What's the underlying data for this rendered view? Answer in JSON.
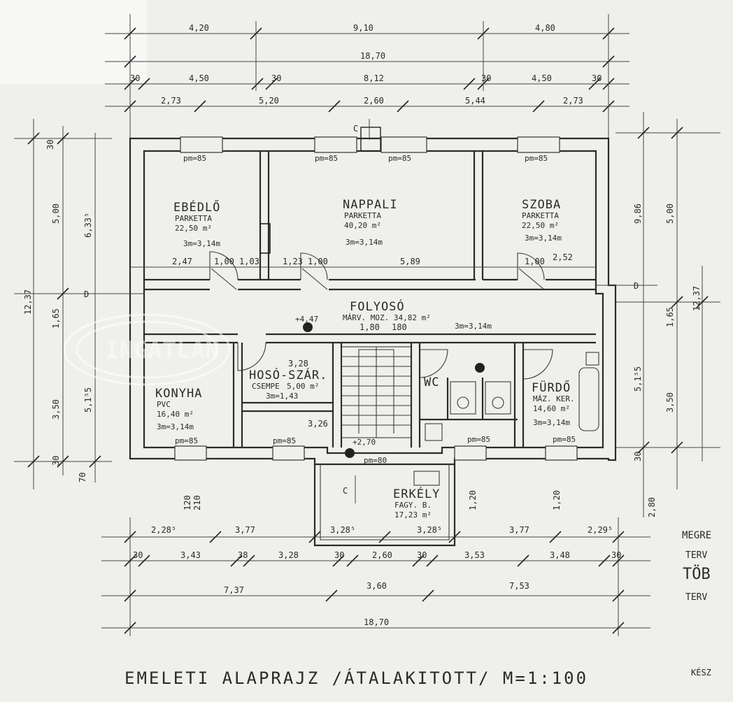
{
  "title": "EMELETI ALAPRAJZ /ÁTALAKITOTT/ M=1:100",
  "corner": {
    "megre": "MEGRE",
    "terv1": "TERV",
    "tob": "TÖB",
    "terv2": "TERV",
    "kesz": "KÉSZ"
  },
  "rooms": {
    "ebedlo": {
      "name": "EBÉDLŐ",
      "floor": "PARKETTA",
      "area": "22,50 m²",
      "height": "3m=3,14m"
    },
    "nappali": {
      "name": "NAPPALI",
      "floor": "PARKETTA",
      "area": "40,20 m²",
      "height": "3m=3,14m"
    },
    "szoba": {
      "name": "SZOBA",
      "floor": "PARKETTA",
      "area": "22,50 m²",
      "height": "3m=3,14m"
    },
    "folyoso": {
      "name": "FOLYOSÓ",
      "floor": "MÁRV. MOZ. 34,82 m²",
      "height": "3m=3,14m"
    },
    "konyha": {
      "name": "KONYHA",
      "floor": "PVC",
      "area": "16,40 m²",
      "height": "3m=3,14m"
    },
    "hoszo": {
      "name": "HOSÓ-SZÁR.",
      "floor": "CSEMPE",
      "area": "5,00 m²",
      "height": "3m=1,43"
    },
    "wc": {
      "name": "WC"
    },
    "furdo": {
      "name": "FÜRDŐ",
      "floor": "MÁZ. KER.",
      "area": "14,60 m²",
      "height": "3m=3,14m"
    },
    "erkely": {
      "name": "ERKÉLY",
      "floor": "FAGY. B.",
      "area": "17,23 m²"
    },
    "pm": "pm=85",
    "pm2": "pm=80",
    "lvl1": "+4,47",
    "lvl2": "+2,70"
  },
  "dims_top": {
    "r1": [
      "4,20",
      "9,10",
      "4,80"
    ],
    "r2": [
      "18,70"
    ],
    "r3": [
      "30",
      "4,50",
      "30",
      "8,12",
      "30",
      "4,50",
      "30"
    ],
    "r4": [
      "2,73",
      "5,20",
      "2,60",
      "5,44",
      "2,73"
    ]
  },
  "dims_bottom": {
    "r1": [
      "2,28⁵",
      "3,77",
      "3,28⁵",
      "3,28⁵",
      "3,77",
      "2,29⁵"
    ],
    "r2": [
      "30",
      "3,43",
      "38",
      "3,28",
      "30",
      "2,60",
      "30",
      "3,53",
      "3,48",
      "30"
    ],
    "r3": [
      "7,37",
      "3,60",
      "7,53"
    ],
    "r4": [
      "18,70"
    ]
  },
  "dims_left": [
    "30",
    "5,00",
    "6,33⁵",
    "12,37",
    "1,65",
    "3,50",
    "5,1⁵5",
    "30",
    "70"
  ],
  "dims_right": [
    "5,00",
    "9,86",
    "12,37",
    "1,65",
    "5,1⁵5",
    "3,50",
    "2,80",
    "30"
  ],
  "dims_inner": [
    "2,47",
    "1,00",
    "1,03",
    "1,23",
    "1,00",
    "5,89",
    "2,52",
    "1,00",
    "3,28",
    "3,26",
    "120",
    "210",
    "1,20",
    "1,80",
    "180"
  ],
  "sections": {
    "c": "C",
    "d": "D"
  },
  "watermark": "INGATLAN"
}
